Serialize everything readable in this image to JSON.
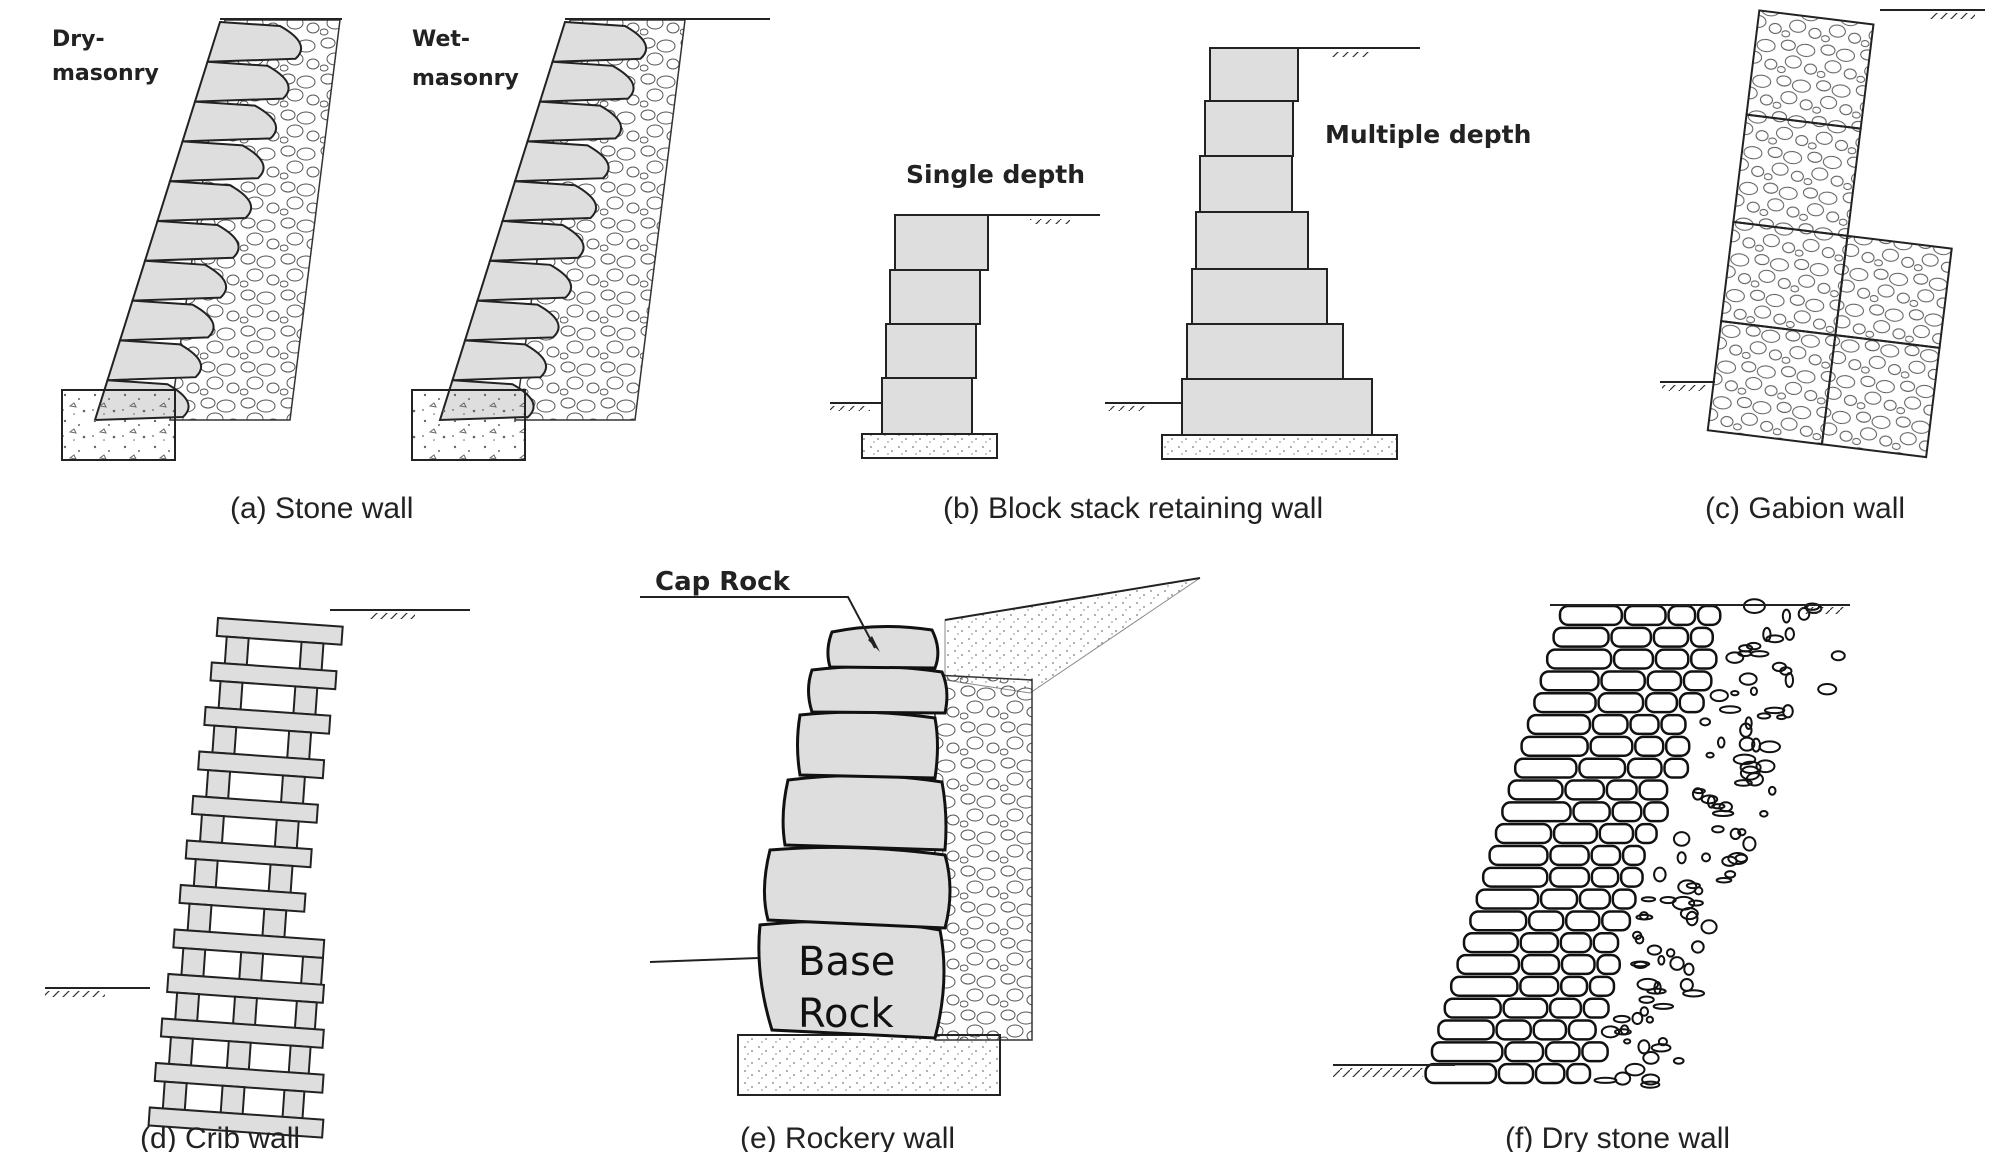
{
  "panels": {
    "a": {
      "caption": "(a)  Stone  wall",
      "label_dry_1": "Dry-",
      "label_dry_2": "masonry",
      "label_wet_1": "Wet-",
      "label_wet_2": "masonry"
    },
    "b": {
      "caption": "(b)  Block  stack  retaining  wall",
      "label_single": "Single depth",
      "label_multiple": "Multiple depth"
    },
    "c": {
      "caption": "(c)  Gabion  wall"
    },
    "d": {
      "caption": "(d)  Crib  wall"
    },
    "e": {
      "caption": "(e)  Rockery  wall",
      "label_cap": "Cap Rock",
      "label_base_1": "Base",
      "label_base_2": "Rock"
    },
    "f": {
      "caption": "(f)  Dry  stone  wall"
    }
  },
  "colors": {
    "block_fill": "#dedede",
    "outline": "#222222",
    "concrete_fill": "#ececec",
    "backfill_fill": "#f4f4f4"
  }
}
